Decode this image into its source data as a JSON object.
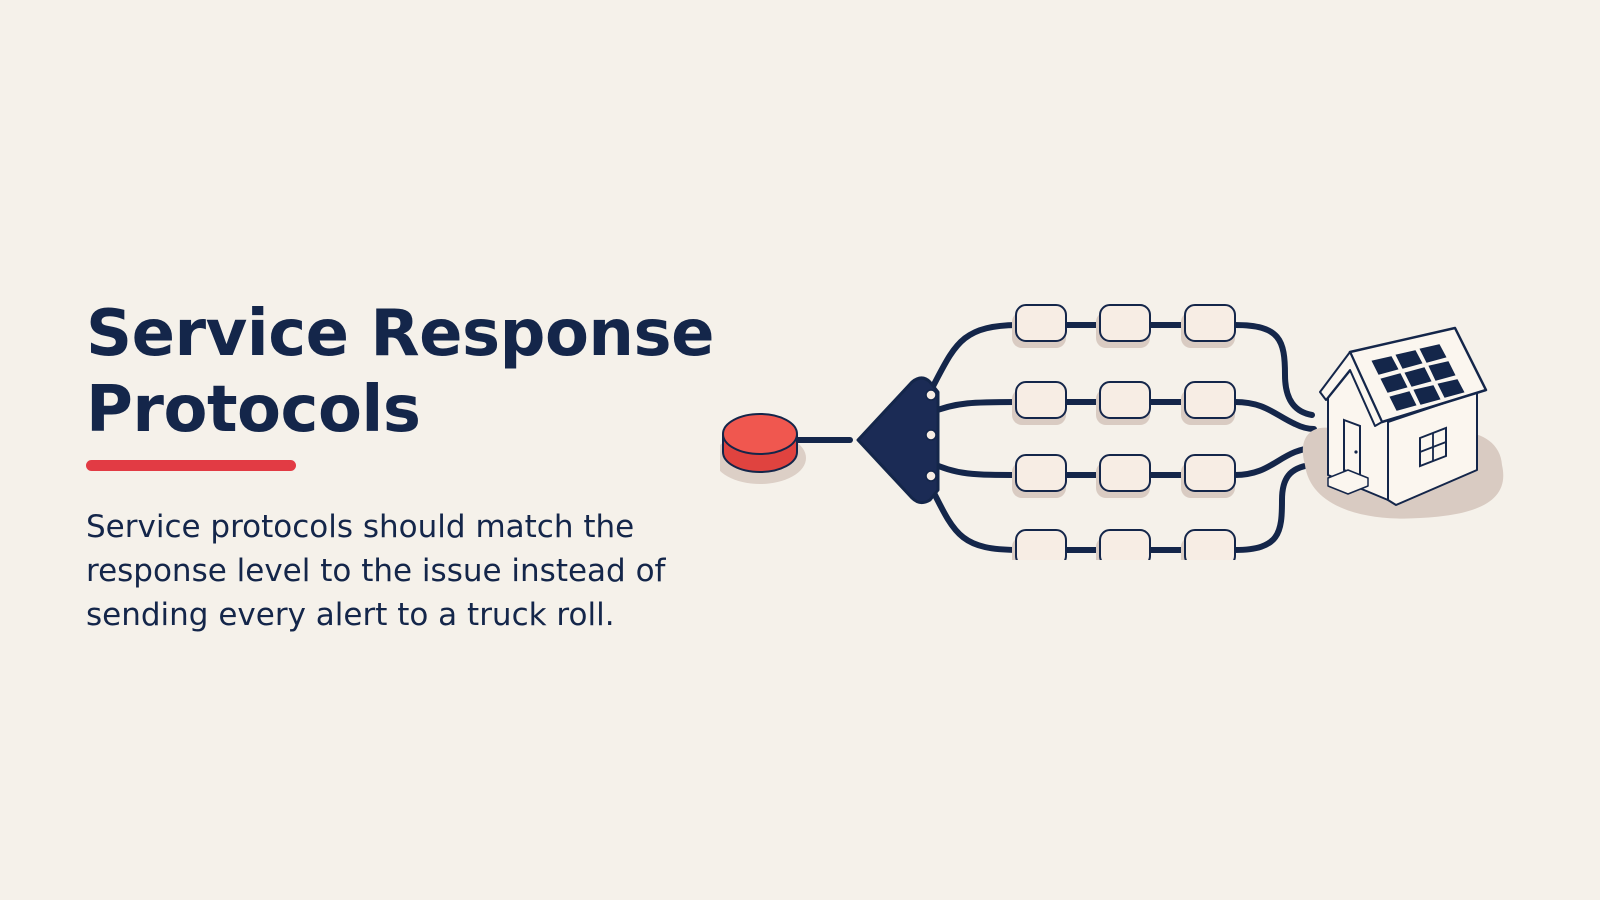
{
  "slide": {
    "title_line1": "Service Response",
    "title_line2": "Protocols",
    "body_line1": "Service protocols should match the",
    "body_line2": "response level to the issue instead of",
    "body_line3": "sending every alert to a truck roll."
  },
  "illustration": {
    "source_node": "red-alert-button",
    "splitter": "navy-splitter",
    "paths": 4,
    "steps_per_path": 3,
    "destination": "house-with-solar-panels-icon"
  },
  "colors": {
    "background": "#f5f1ea",
    "text": "#14264a",
    "accent": "#e23b44",
    "alert": "#f0574f",
    "node": "#f7ede4",
    "shadow": "#d9cbc2"
  }
}
